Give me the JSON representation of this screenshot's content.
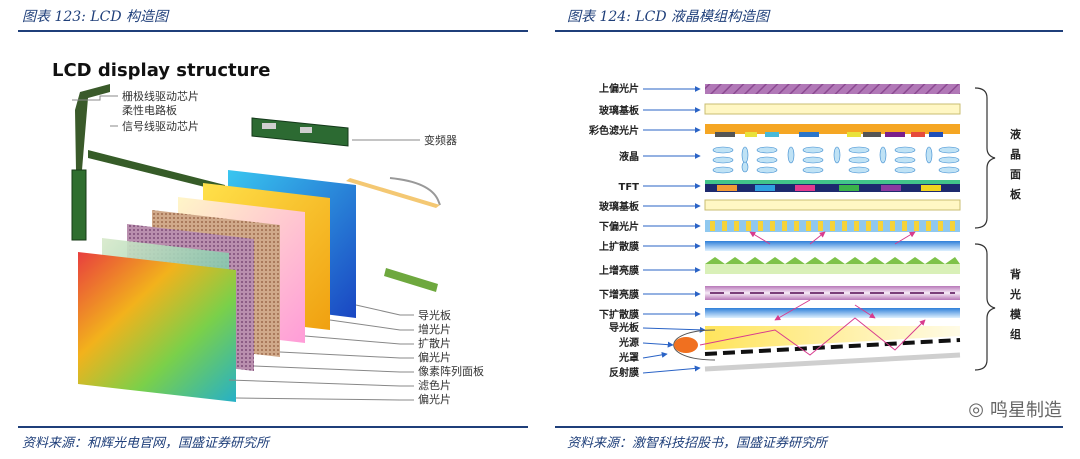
{
  "left": {
    "figure_title": "图表 123:  LCD 构造图",
    "heading": "LCD display structure",
    "top_labels": [
      "栅极线驱动芯片",
      "柔性电路板",
      "信号线驱动芯片",
      "变频器"
    ],
    "layer_labels": [
      "导光板",
      "增光片",
      "扩散片",
      "偏光片",
      "像素阵列面板",
      "滤色片",
      "偏光片"
    ],
    "source": "资料来源：和辉光电官网，国盛证券研究所"
  },
  "right": {
    "figure_title": "图表 124:  LCD 液晶模组构造图",
    "layer_labels": [
      "上偏光片",
      "玻璃基板",
      "彩色滤光片",
      "液晶",
      "TFT",
      "玻璃基板",
      "下偏光片",
      "上扩散膜",
      "上增亮膜",
      "下增亮膜",
      "下扩散膜",
      "导光板",
      "光源",
      "光罩",
      "反射膜"
    ],
    "group_labels": {
      "panel": "液晶面板",
      "backlight": "背光模组"
    },
    "source": "资料来源：激智科技招股书，国盛证券研究所"
  },
  "watermark": "鸣星制造"
}
